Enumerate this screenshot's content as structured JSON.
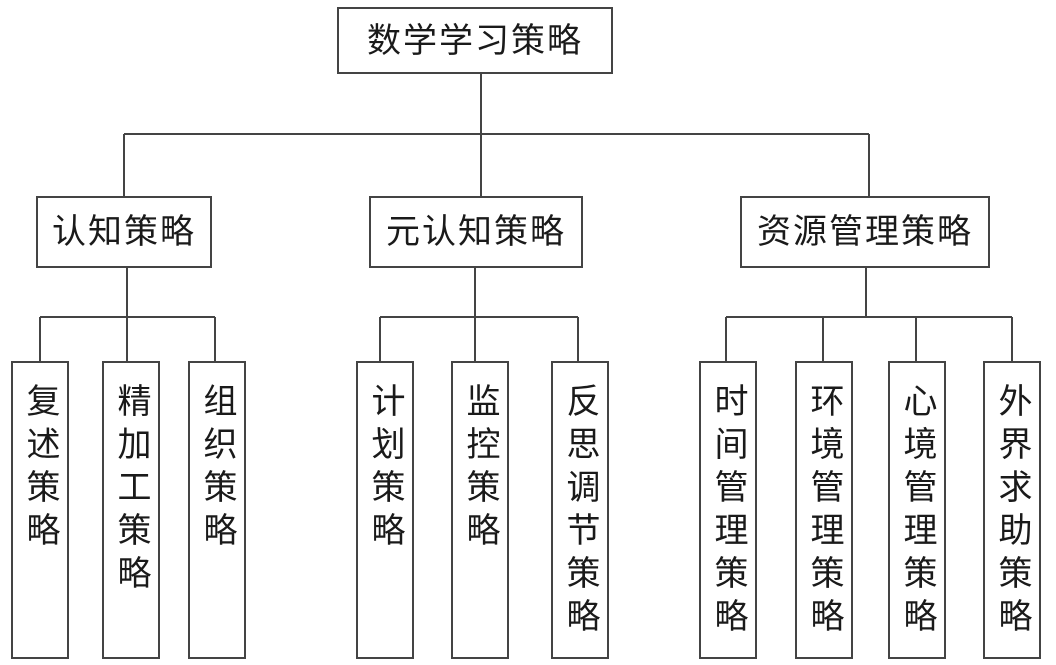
{
  "root": {
    "label": "数学学习策略"
  },
  "categories": [
    {
      "label": "认知策略",
      "children": [
        "复述策略",
        "精加工策略",
        "组织策略"
      ]
    },
    {
      "label": "元认知策略",
      "children": [
        "计划策略",
        "监控策略",
        "反思调节策略"
      ]
    },
    {
      "label": "资源管理策略",
      "children": [
        "时间管理策略",
        "环境管理策略",
        "心境管理策略",
        "外界求助策略"
      ]
    }
  ],
  "colors": {
    "line": "#444444",
    "box_border": "#444444",
    "text": "#1a1a1a",
    "background": "#ffffff"
  }
}
